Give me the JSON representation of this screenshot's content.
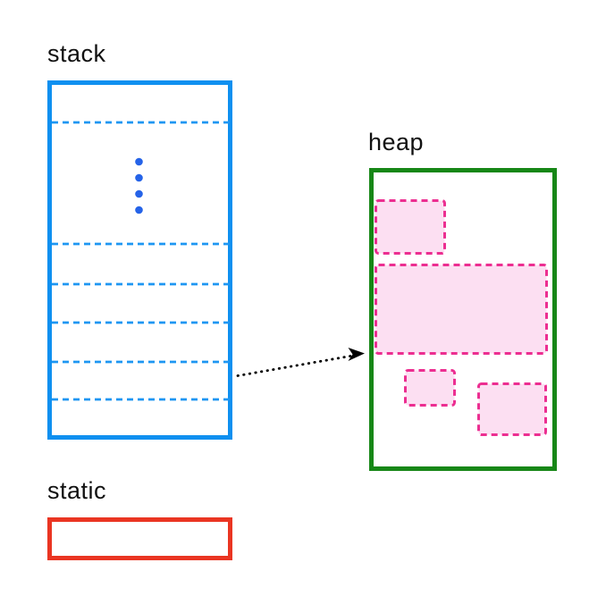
{
  "labels": {
    "stack": "stack",
    "heap": "heap",
    "static": "static"
  },
  "colors": {
    "background": "#ffffff",
    "label-text": "#111111",
    "stack-border": "#0f90f0",
    "stack-dash": "#1e96f2",
    "dots": "#2563e8",
    "heap-border": "#178717",
    "block-border": "#ec2e91",
    "block-fill": "#fcdff2",
    "static-border": "#ea3522",
    "arrow": "#000000"
  }
}
